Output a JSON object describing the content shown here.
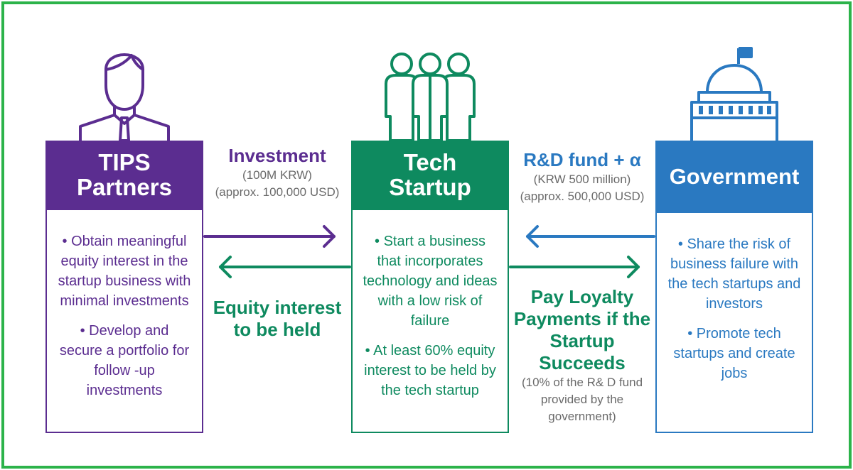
{
  "colors": {
    "frame": "#2cb34a",
    "tips": "#5b2d90",
    "startup": "#0e8a5f",
    "government": "#2a79c1",
    "note_gray": "#6a6a6a"
  },
  "columns": {
    "tips": {
      "icon": "businessman-icon",
      "title_line1": "TIPS",
      "title_line2": "Partners",
      "bullets": [
        "• Obtain meaningful equity interest in the startup business with minimal investments",
        "• Develop and secure a portfolio for follow -up investments"
      ]
    },
    "startup": {
      "icon": "team-icon",
      "title_line1": "Tech",
      "title_line2": "Startup",
      "bullets": [
        "• Start a business that incorporates technology and ideas with a low risk of failure",
        "• At least 60% equity interest to be held by the tech startup"
      ]
    },
    "government": {
      "icon": "capitol-building-icon",
      "title": "Government",
      "bullets": [
        "• Share the risk of business failure with the tech startups and investors",
        "• Promote tech startups and create jobs"
      ]
    }
  },
  "flows": {
    "investment": {
      "title": "Investment",
      "note_line1": "(100M KRW)",
      "note_line2": "(approx. 100,000 USD)"
    },
    "equity": {
      "title_line1": "Equity interest",
      "title_line2": "to be held"
    },
    "rd_fund": {
      "title": "R&D fund + α",
      "note_line1": "(KRW 500 million)",
      "note_line2": "(approx. 500,000 USD)"
    },
    "loyalty": {
      "title_line1": "Pay Loyalty",
      "title_line2": "Payments if the",
      "title_line3": "Startup Succeeds",
      "note_line1": "(10% of the R& D fund",
      "note_line2": "provided by the",
      "note_line3": "government)"
    }
  }
}
